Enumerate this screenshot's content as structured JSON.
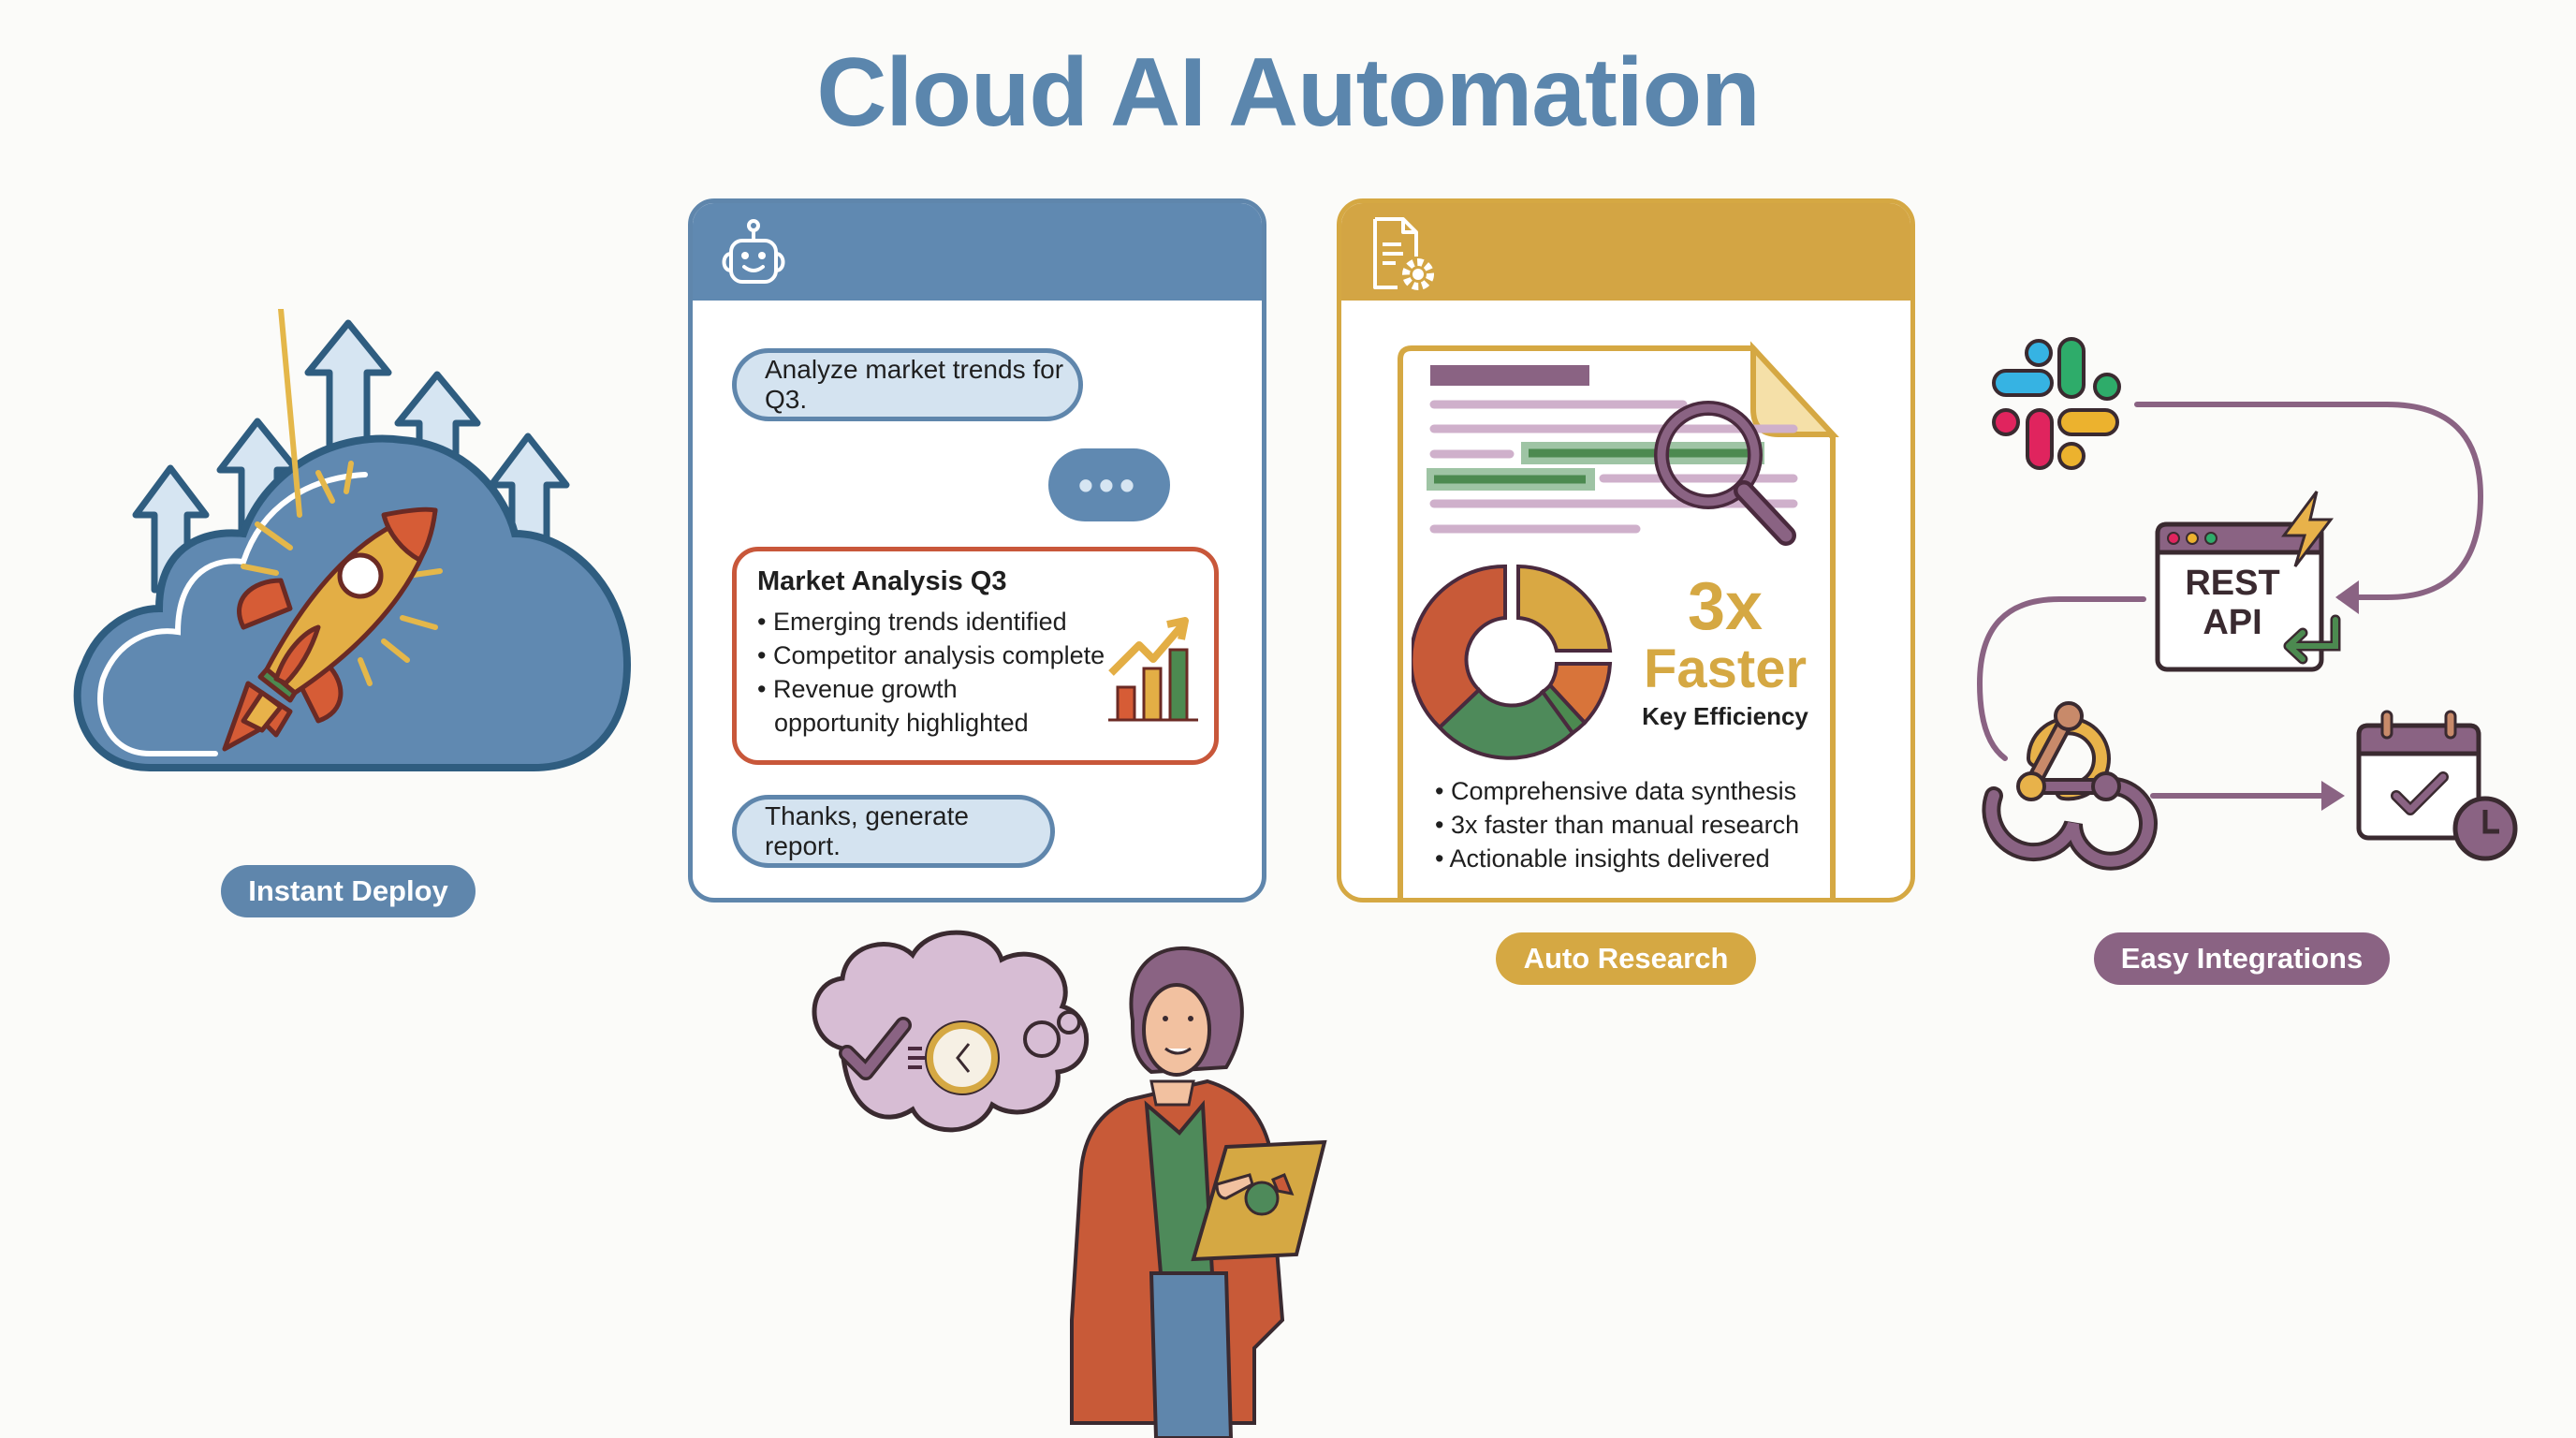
{
  "title": "Cloud AI Automation",
  "colors": {
    "title": "#5b86ad",
    "blue": "#5f86ac",
    "blue_light": "#d4e3f0",
    "gold": "#d5a843",
    "purple": "#8a6383",
    "red": "#c85a38",
    "green": "#4e8a5a"
  },
  "instant_deploy": {
    "label": "Instant Deploy",
    "icons": [
      "cloud-icon",
      "rocket-icon",
      "arrow-up-icon"
    ]
  },
  "chat_panel": {
    "header_icon": "robot-icon",
    "messages": [
      {
        "role": "user",
        "text": "Analyze market trends for Q3."
      },
      {
        "role": "assistant",
        "typing": true,
        "text": "•••"
      },
      {
        "role": "assistant",
        "title": "Market Analysis Q3",
        "bullets": [
          "Emerging trends identified",
          "Competitor analysis complete",
          "Revenue growth",
          "opportunity highlighted"
        ],
        "icon": "bar-chart-growth-icon"
      },
      {
        "role": "user",
        "text": "Thanks, generate report."
      }
    ]
  },
  "research_panel": {
    "header_icon": "document-gear-icon",
    "stat_value": "3x",
    "stat_label": "Faster",
    "stat_caption": "Key Efficiency",
    "bullets": [
      "Comprehensive data synthesis",
      "3x faster than manual research",
      "Actionable insights delivered"
    ],
    "label": "Auto Research"
  },
  "integrations": {
    "label": "Easy Integrations",
    "api_box_line1": "REST",
    "api_box_line2": "API",
    "icons": [
      "slack-icon",
      "rest-api-icon",
      "webhook-icon",
      "calendar-clock-icon"
    ]
  },
  "persona": {
    "thought_icons": [
      "checkmark-icon",
      "clock-icon"
    ],
    "device": "tablet-pie-chart-icon"
  }
}
